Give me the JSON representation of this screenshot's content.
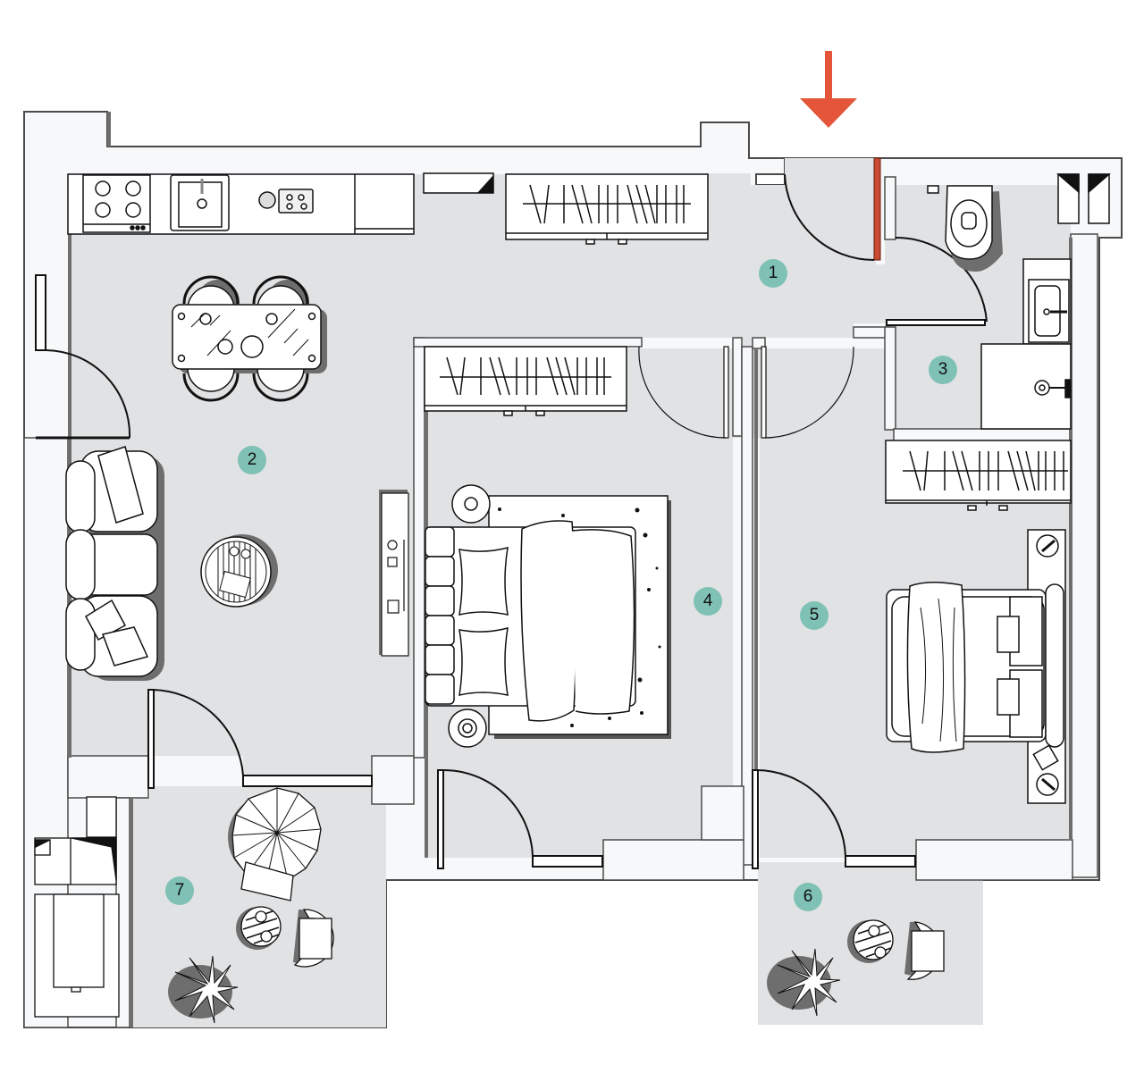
{
  "plan": {
    "type": "apartment floor plan",
    "entrance_marker": {
      "icon": "arrow-down-icon",
      "color": "#e4553a",
      "meaning": "entrance"
    },
    "colors": {
      "floor": "#e1e2e4",
      "wall": "#f7f8fa",
      "wall_outline": "#4a4a4a",
      "label_badge": "#7fc1b5",
      "entrance_door": "#c84b32",
      "furniture_fill": "#ffffff",
      "furniture_stroke": "#111111",
      "shadow": "#6e6e6e"
    },
    "rooms": [
      {
        "id": 1,
        "label": "1",
        "name": "hallway",
        "furniture": [
          "entrance-door",
          "wardrobe"
        ]
      },
      {
        "id": 2,
        "label": "2",
        "name": "kitchen-living",
        "furniture": [
          "kitchen-counter",
          "cooktop",
          "sink",
          "dining-table",
          "dining-chair",
          "dining-chair",
          "dining-chair",
          "dining-chair",
          "sofa",
          "round-coffee-table",
          "tv-console"
        ]
      },
      {
        "id": 3,
        "label": "3",
        "name": "bathroom",
        "furniture": [
          "toilet",
          "washbasin",
          "shower"
        ]
      },
      {
        "id": 4,
        "label": "4",
        "name": "bedroom",
        "furniture": [
          "wardrobe",
          "double-bed",
          "rug",
          "nightstand",
          "nightstand"
        ]
      },
      {
        "id": 5,
        "label": "5",
        "name": "bedroom",
        "furniture": [
          "wardrobe",
          "double-bed",
          "nightstand-shelf"
        ]
      },
      {
        "id": 6,
        "label": "6",
        "name": "balcony",
        "furniture": [
          "side-table",
          "armchair",
          "plant"
        ]
      },
      {
        "id": 7,
        "label": "7",
        "name": "balcony",
        "furniture": [
          "parasol",
          "armchair",
          "armchair",
          "side-table",
          "plant",
          "storage-units"
        ]
      }
    ]
  }
}
